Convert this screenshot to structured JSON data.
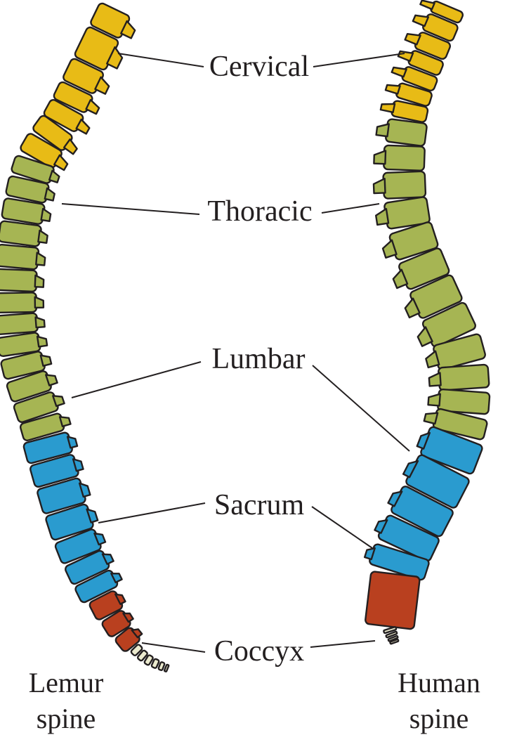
{
  "colors": {
    "cervical": "#e8bb16",
    "thoracic": "#a6b553",
    "lumbar": "#2a9bcf",
    "sacrum": "#b9401f",
    "coccyx": "#ecebcf",
    "outline": "#231f20"
  },
  "regions": {
    "cervical": "Cervical",
    "thoracic": "Thoracic",
    "lumbar": "Lumbar",
    "sacrum": "Sacrum",
    "coccyx": "Coccyx"
  },
  "captions": {
    "lemur_line1": "Lemur",
    "lemur_line2": "spine",
    "human_line1": "Human",
    "human_line2": "spine"
  },
  "lemur_spine": {
    "cervical_count": 7,
    "thoracic_count": 13,
    "lumbar_count": 7,
    "sacral_count": 3,
    "coccygeal_count": 6
  },
  "human_spine": {
    "cervical_count": 7,
    "thoracic_count": 12,
    "lumbar_count": 5,
    "sacral_count": 1,
    "coccygeal_count": 4
  }
}
